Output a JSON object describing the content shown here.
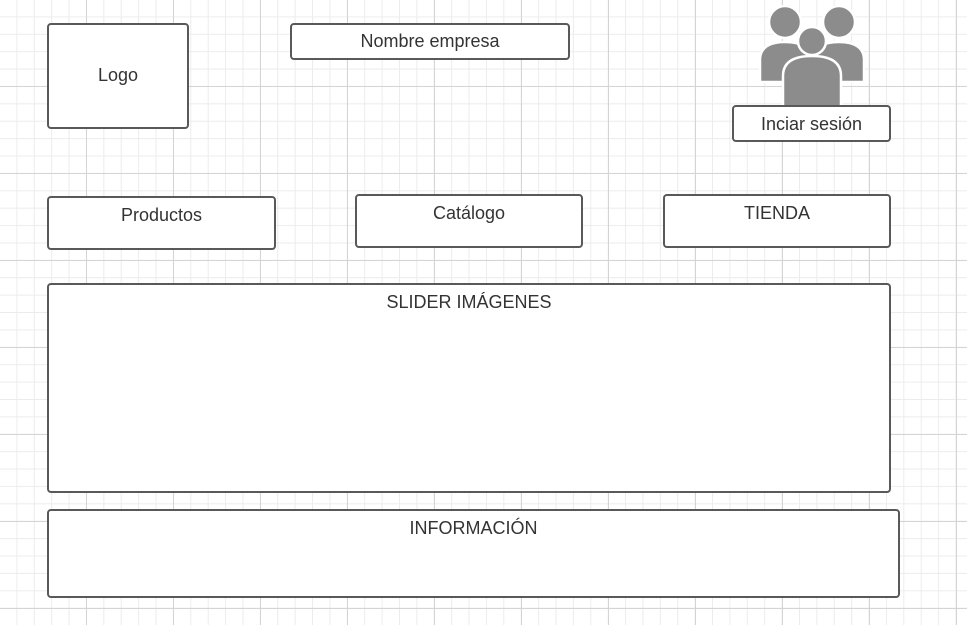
{
  "header": {
    "logo_label": "Logo",
    "company_name_label": "Nombre empresa",
    "login_label": "Inciar sesión",
    "login_icon": "users-icon"
  },
  "nav": {
    "items": [
      {
        "label": "Productos"
      },
      {
        "label": "Catálogo"
      },
      {
        "label": "TIENDA"
      }
    ]
  },
  "main": {
    "slider_label": "SLIDER IMÁGENES",
    "info_label": "INFORMACIÓN"
  },
  "colors": {
    "box_border": "#595959",
    "icon_fill": "#8c8c8c",
    "text": "#333333",
    "grid_major": "#d4d4d4",
    "grid_minor": "#ececec"
  }
}
